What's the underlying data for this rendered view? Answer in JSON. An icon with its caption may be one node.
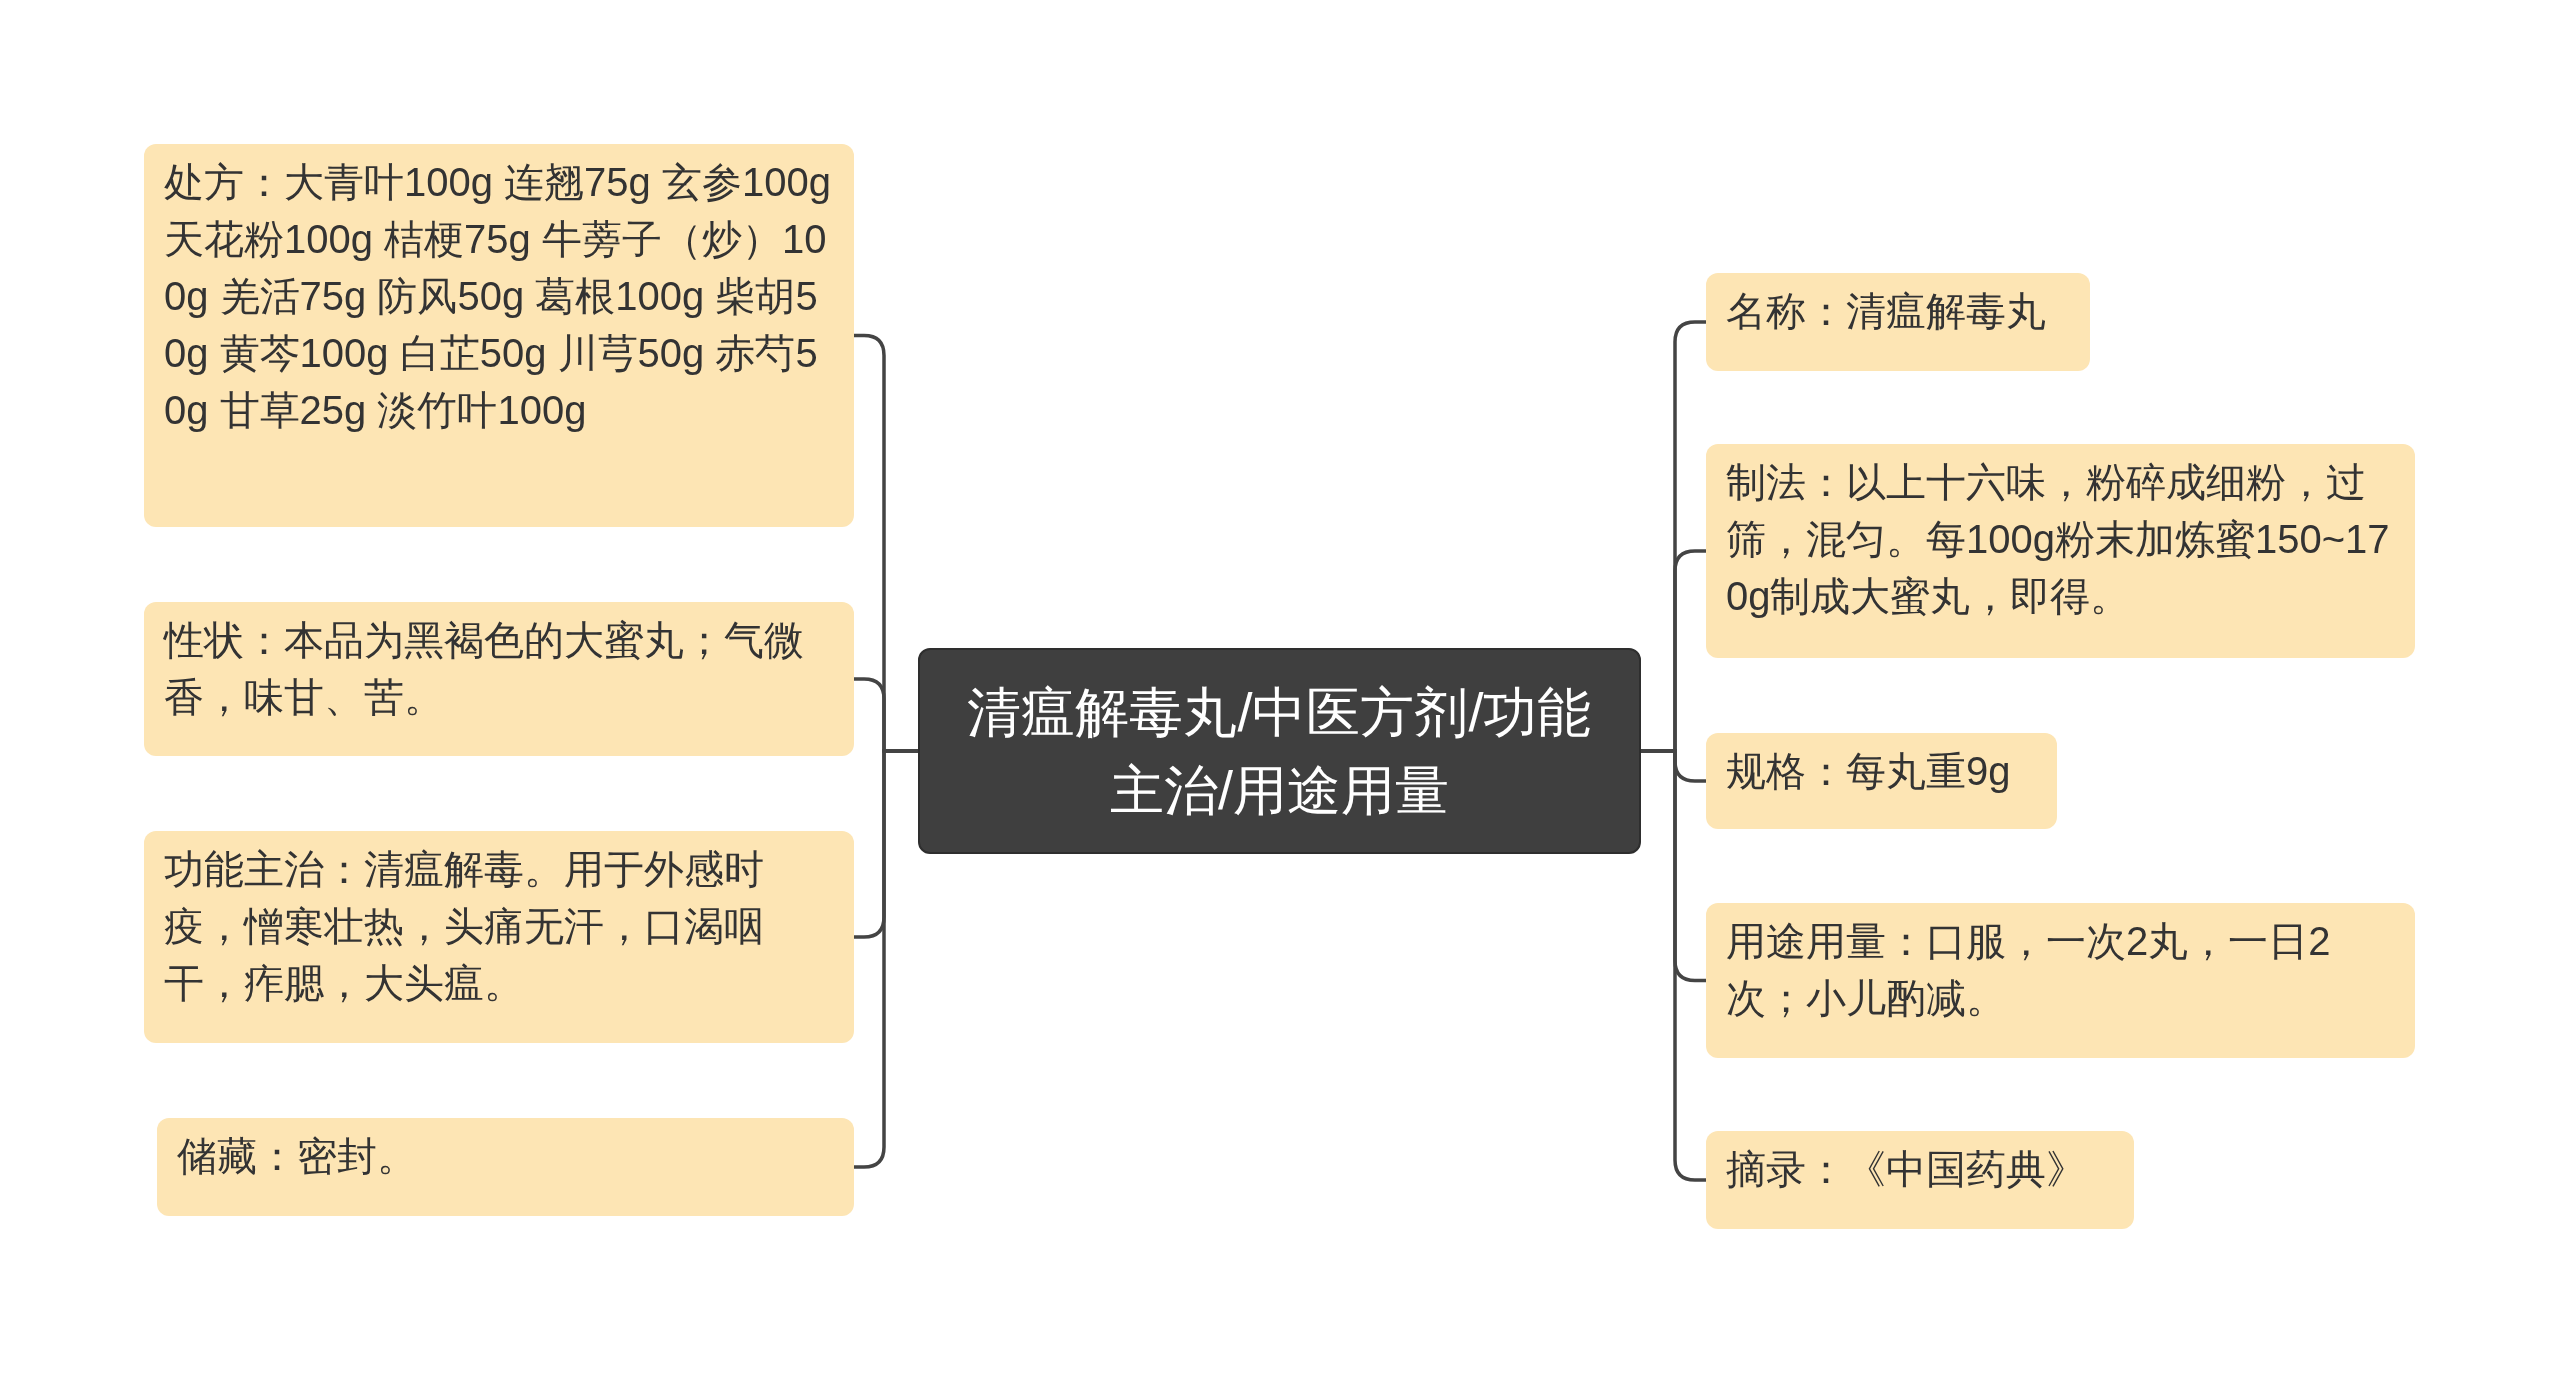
{
  "diagram": {
    "nodes": [
      {
        "text": [
          "清瘟解毒丸/中医方剂/功能主治/用途用量"
        ]
      },
      {
        "text": [
          "处方：大青叶100g 连翘75g 玄参100g 天花粉100g 桔梗75g 牛蒡子（炒）100g 羌活75g 防风50g 葛根100g 柴胡50g 黄芩100g 白芷50g 川芎50g 赤芍50g 甘草25g 淡竹叶100g"
        ]
      },
      {
        "text": [
          "性状：本品为黑褐色的大蜜丸；气微香，味甘、苦。"
        ]
      },
      {
        "text": [
          "功能主治：清瘟解毒。用于外感时疫，憎寒壮热，头痛无汗，口渴咽干，痄腮，大头瘟。"
        ]
      },
      {
        "text": [
          "储藏：密封。"
        ]
      },
      {
        "text": [
          "名称：清瘟解毒丸"
        ]
      },
      {
        "text": [
          "制法：以上十六味，粉碎成细粉，过筛，混匀。每100g粉末加炼蜜150~170g制成大蜜丸，即得。"
        ]
      },
      {
        "text": [
          "规格：每丸重9g"
        ]
      },
      {
        "text": [
          "用途用量：口服，一次2丸，一日2次；小儿酌减。"
        ]
      },
      {
        "text": [
          "摘录：《中国药典》"
        ]
      }
    ],
    "edges": [
      {
        "from": 0,
        "to": 1,
        "arrow": "none"
      },
      {
        "from": 0,
        "to": 2,
        "arrow": "none"
      },
      {
        "from": 0,
        "to": 3,
        "arrow": "none"
      },
      {
        "from": 0,
        "to": 4,
        "arrow": "none"
      },
      {
        "from": 0,
        "to": 5,
        "arrow": "none"
      },
      {
        "from": 0,
        "to": 6,
        "arrow": "none"
      },
      {
        "from": 0,
        "to": 7,
        "arrow": "none"
      },
      {
        "from": 0,
        "to": 8,
        "arrow": "none"
      },
      {
        "from": 0,
        "to": 9,
        "arrow": "none"
      }
    ]
  }
}
